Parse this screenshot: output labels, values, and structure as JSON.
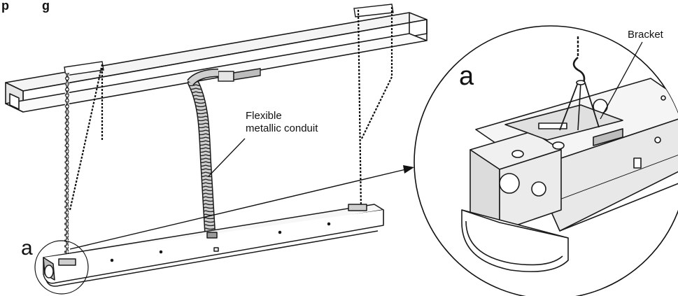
{
  "header": {
    "text": "p     g"
  },
  "labels": {
    "conduit_line1": "Flexible",
    "conduit_line2": "metallic conduit",
    "bracket": "Bracket",
    "detail_marker_small": "a",
    "detail_marker_large": "a"
  },
  "colors": {
    "line": "#1a1a1a",
    "fill_light": "#f2f2f2",
    "fill_mid": "#d9d9d9",
    "fill_dark": "#8c8c8c",
    "background": "#ffffff"
  }
}
